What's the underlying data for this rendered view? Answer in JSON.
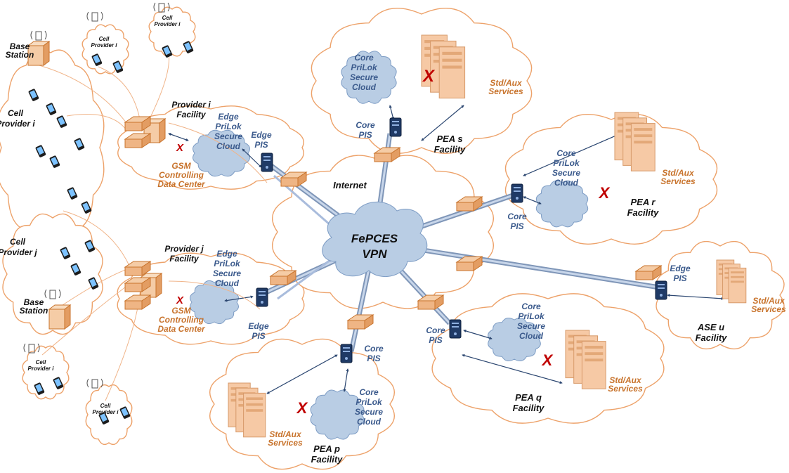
{
  "center": {
    "title": "FePCES",
    "subtitle": "VPN",
    "internet": "Internet"
  },
  "labels": {
    "base_station": [
      "Base",
      "Station"
    ],
    "cell_provider_i": [
      "Cell",
      "Provider i"
    ],
    "cell_provider_j": [
      "Cell",
      "Provider j"
    ],
    "small_cell_provider_i": [
      "Cell",
      "Provider i"
    ],
    "provider_i_facility": [
      "Provider i",
      "Facility"
    ],
    "provider_j_facility": [
      "Provider j",
      "Facility"
    ],
    "gsm_data_center": [
      "GSM",
      "Controlling",
      "Data Center"
    ],
    "edge_cloud": [
      "Edge",
      "PriLok",
      "Secure",
      "Cloud"
    ],
    "core_cloud": [
      "Core",
      "PriLok",
      "Secure",
      "Cloud"
    ],
    "edge_pis": [
      "Edge",
      "PIS"
    ],
    "core_pis": [
      "Core",
      "PIS"
    ],
    "std_aux": [
      "Std/Aux",
      "Services"
    ],
    "pea_s": [
      "PEA s",
      "Facility"
    ],
    "pea_r": [
      "PEA r",
      "Facility"
    ],
    "pea_q": [
      "PEA q",
      "Facility"
    ],
    "pea_p": [
      "PEA p",
      "Facility"
    ],
    "ase_u": [
      "ASE u",
      "Facility"
    ],
    "x_mark": "X"
  },
  "icons": [
    "cell-tower-icon",
    "mobile-phone-icon",
    "server-icon",
    "server-rack-icon",
    "router-icon",
    "cloud-icon",
    "building-icon"
  ],
  "colors": {
    "facility_cloud": "#eda26a",
    "secure_cloud": "#b9cde4",
    "link": "#7f96b8",
    "blue_text": "#3b5a8c",
    "orange_text": "#c8732c",
    "block_mark": "#c00000"
  }
}
